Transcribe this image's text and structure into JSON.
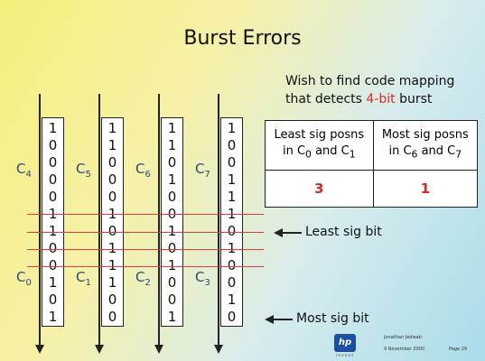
{
  "title": "Burst Errors",
  "intro": {
    "line1": "Wish to find code mapping",
    "line2_pre": "that detects ",
    "line2_red": "4-bit",
    "line2_post": " burst"
  },
  "table": {
    "h1_line1": "Least sig posns",
    "h1_pre": "in C",
    "h1_sub1": "0",
    "h1_mid": " and C",
    "h1_sub2": "1",
    "h2_line1": "Most sig posns",
    "h2_pre": "in C",
    "h2_sub1": "6",
    "h2_mid": " and C",
    "h2_sub2": "7",
    "v1": "3",
    "v2": "1"
  },
  "columns": [
    {
      "top": "C",
      "top_sub": "4",
      "bottom": "C",
      "bottom_sub": "0",
      "bits": [
        "1",
        "0",
        "0",
        "0",
        "0",
        "1",
        "1",
        "0",
        "0",
        "1",
        "0",
        "1"
      ]
    },
    {
      "top": "C",
      "top_sub": "5",
      "bottom": "C",
      "bottom_sub": "1",
      "bits": [
        "1",
        "1",
        "0",
        "0",
        "0",
        "1",
        "0",
        "1",
        "1",
        "1",
        "0",
        "0"
      ]
    },
    {
      "top": "C",
      "top_sub": "6",
      "bottom": "C",
      "bottom_sub": "2",
      "bits": [
        "1",
        "1",
        "0",
        "1",
        "0",
        "0",
        "1",
        "0",
        "1",
        "0",
        "0",
        "1"
      ]
    },
    {
      "top": "C",
      "top_sub": "7",
      "bottom": "C",
      "bottom_sub": "3",
      "bits": [
        "1",
        "0",
        "0",
        "1",
        "1",
        "1",
        "0",
        "1",
        "0",
        "0",
        "1",
        "0"
      ]
    }
  ],
  "notes": {
    "least": "Least sig bit",
    "most": "Most sig bit"
  },
  "footer": {
    "logo": "hp",
    "logo_sub": "i n v e n t",
    "name": "Jonathan Jedwab",
    "date": "9 November 2000",
    "page": "Page 29"
  }
}
